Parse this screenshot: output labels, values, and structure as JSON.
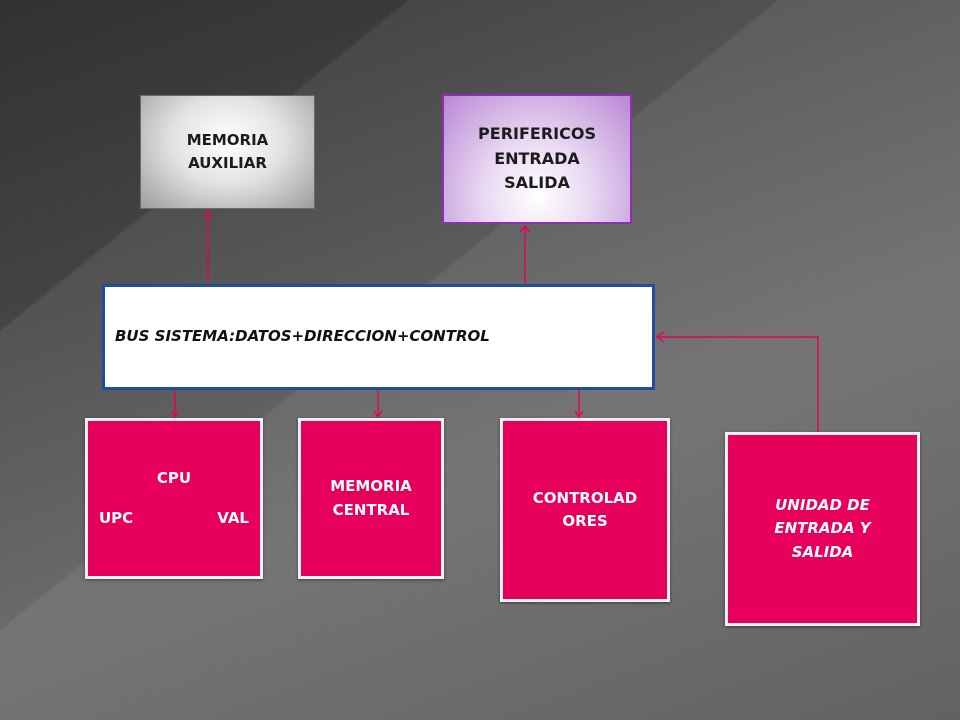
{
  "nodes": {
    "memoria_auxiliar": {
      "lines": [
        "MEMORIA",
        "AUXILIAR"
      ]
    },
    "perifericos": {
      "lines": [
        "PERIFERICOS",
        "ENTRADA",
        "SALIDA"
      ]
    },
    "bus": {
      "label": "BUS SISTEMA:DATOS+DIRECCION+CONTROL"
    },
    "cpu": {
      "title": "CPU",
      "left": "UPC",
      "right": "VAL"
    },
    "memoria_central": {
      "lines": [
        "MEMORIA",
        "CENTRAL"
      ]
    },
    "controladores": {
      "lines": [
        "CONTROLAD",
        "ORES"
      ]
    },
    "unidad": {
      "lines": [
        "UNIDAD DE",
        "ENTRADA Y",
        "SALIDA"
      ]
    }
  },
  "colors": {
    "accent_pink": "#e6005c",
    "bus_border": "#1f4f9c",
    "periferico_border": "#8c2fb3",
    "connector": "#e6005c"
  }
}
